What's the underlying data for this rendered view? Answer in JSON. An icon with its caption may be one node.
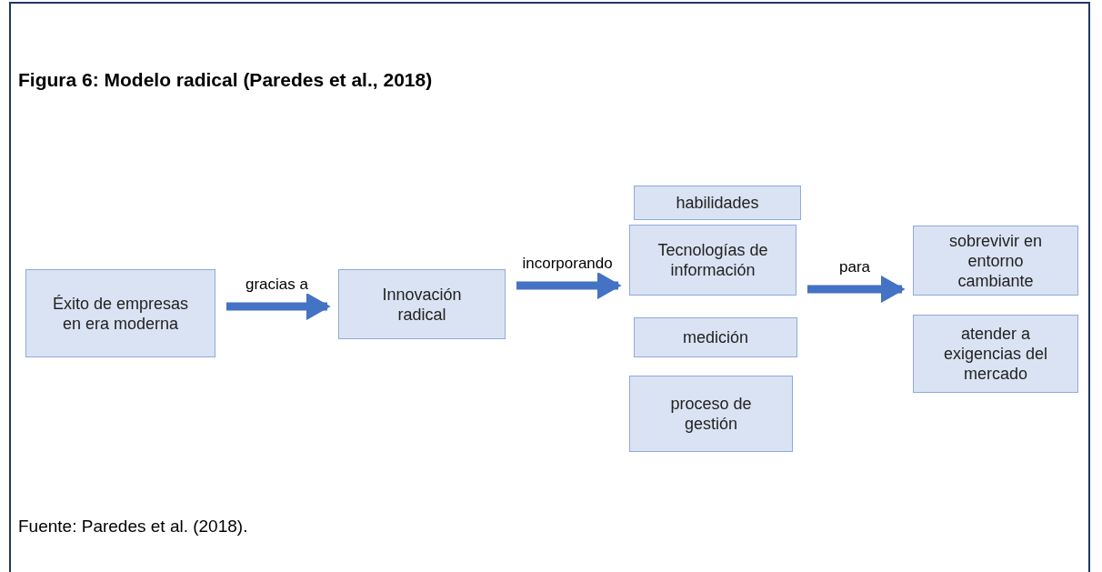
{
  "diagram": {
    "title": "Figura 6: Modelo radical (Paredes et al., 2018)",
    "nodes": [
      {
        "text": [
          "Éxito de empresas en era moderna"
        ]
      },
      {
        "text": [
          "Innovación radical"
        ]
      },
      {
        "text": [
          "habilidades"
        ]
      },
      {
        "text": [
          "Tecnologías de información"
        ]
      },
      {
        "text": [
          "medición"
        ]
      },
      {
        "text": [
          "proceso de gestión"
        ]
      },
      {
        "text": [
          "sobrevivir en entorno cambiante"
        ]
      },
      {
        "text": [
          "atender a exigencias del mercado"
        ]
      }
    ],
    "edges": [
      {
        "from": 0,
        "to": 1,
        "arrow": "to",
        "label": "gracias a"
      },
      {
        "from": 1,
        "to": 3,
        "arrow": "to",
        "label": "incorporando"
      },
      {
        "from": 3,
        "to": 6,
        "arrow": "to",
        "label": "para"
      }
    ],
    "caption": "Fuente: Paredes et al. (2018)."
  }
}
